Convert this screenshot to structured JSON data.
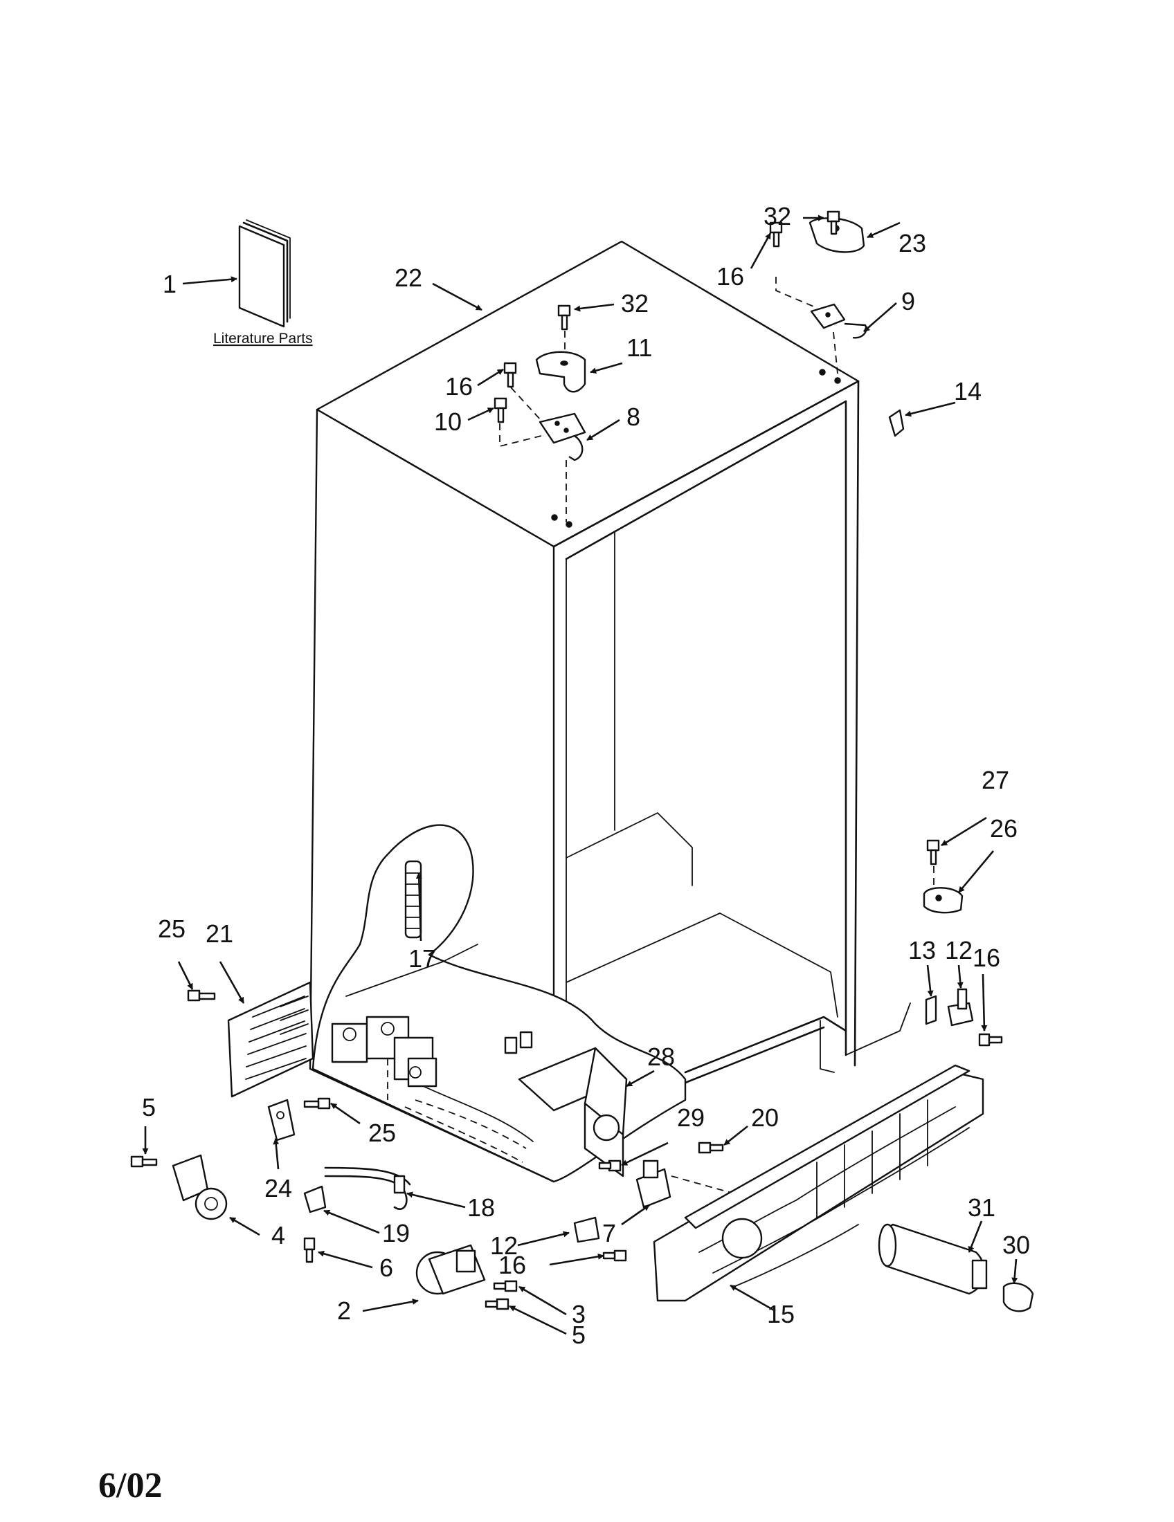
{
  "literature_label": "Literature Parts",
  "date_code": "6/02",
  "callouts": {
    "c1": "1",
    "c2": "2",
    "c3": "3",
    "c4": "4",
    "c5a": "5",
    "c5b": "5",
    "c6": "6",
    "c7": "7",
    "c8": "8",
    "c9": "9",
    "c10": "10",
    "c11": "11",
    "c12a": "12",
    "c12b": "12",
    "c13": "13",
    "c14": "14",
    "c15": "15",
    "c16a": "16",
    "c16b": "16",
    "c16c": "16",
    "c16d": "16",
    "c17": "17",
    "c18": "18",
    "c19": "19",
    "c20": "20",
    "c21": "21",
    "c22": "22",
    "c23": "23",
    "c24": "24",
    "c25a": "25",
    "c25b": "25",
    "c26": "26",
    "c27": "27",
    "c28": "28",
    "c29": "29",
    "c30": "30",
    "c31": "31",
    "c32a": "32",
    "c32b": "32"
  }
}
